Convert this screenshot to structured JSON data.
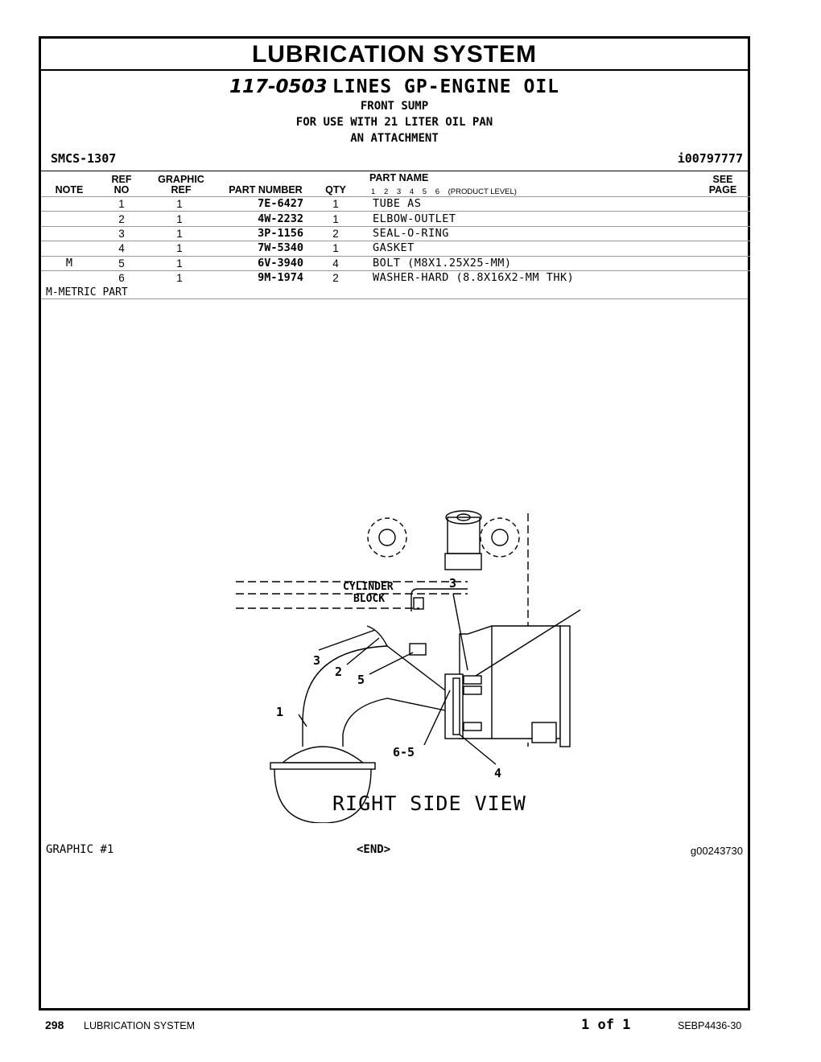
{
  "section_title": "LUBRICATION SYSTEM",
  "group": {
    "part_number": "117-0503",
    "name": "LINES GP-ENGINE OIL",
    "description_lines": [
      "FRONT SUMP",
      "FOR USE WITH 21 LITER OIL PAN",
      "AN ATTACHMENT"
    ]
  },
  "smcs": "SMCS-1307",
  "illustration_id": "i00797777",
  "headers": {
    "note": "NOTE",
    "ref_top": "REF",
    "ref_bottom": "NO",
    "graphic_top": "GRAPHIC",
    "graphic_bottom": "REF",
    "part_number": "PART NUMBER",
    "qty": "QTY",
    "part_name": "PART NAME",
    "levels": [
      "1",
      "2",
      "3",
      "4",
      "5",
      "6"
    ],
    "levels_label": "(PRODUCT LEVEL)",
    "see_top": "SEE",
    "see_bottom": "PAGE"
  },
  "parts": [
    {
      "note": "",
      "ref": "1",
      "graphic": "1",
      "part_number": "7E-6427",
      "qty": "1",
      "name": "TUBE AS"
    },
    {
      "note": "",
      "ref": "2",
      "graphic": "1",
      "part_number": "4W-2232",
      "qty": "1",
      "name": "ELBOW-OUTLET"
    },
    {
      "note": "",
      "ref": "3",
      "graphic": "1",
      "part_number": "3P-1156",
      "qty": "2",
      "name": "SEAL-O-RING"
    },
    {
      "note": "",
      "ref": "4",
      "graphic": "1",
      "part_number": "7W-5340",
      "qty": "1",
      "name": "GASKET"
    },
    {
      "note": "M",
      "ref": "5",
      "graphic": "1",
      "part_number": "6V-3940",
      "qty": "4",
      "name": "BOLT (M8X1.25X25-MM)"
    },
    {
      "note": "",
      "ref": "6",
      "graphic": "1",
      "part_number": "9M-1974",
      "qty": "2",
      "name": "WASHER-HARD (8.8X16X2-MM THK)"
    }
  ],
  "footnote": "M-METRIC PART",
  "graphic": {
    "labels": {
      "cylinder_block_1": "CYLINDER",
      "cylinder_block_2": "BLOCK",
      "c1": "1",
      "c2": "2",
      "c3a": "3",
      "c3b": "3",
      "c4": "4",
      "c5a": "5",
      "c5b": "5",
      "c65": "6-5"
    },
    "view_title": "RIGHT SIDE VIEW",
    "label": "GRAPHIC #1",
    "end": "<END>",
    "id": "g00243730"
  },
  "footer": {
    "page": "298",
    "section": "LUBRICATION SYSTEM",
    "page_of": "1 of 1",
    "doc": "SEBP4436-30"
  }
}
